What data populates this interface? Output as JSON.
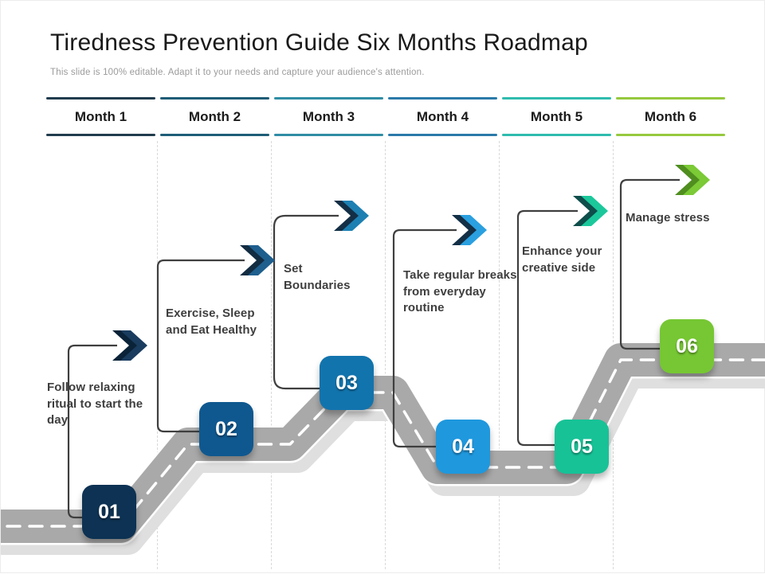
{
  "slide": {
    "title": "Tiredness Prevention Guide Six Months Roadmap",
    "subtitle": "This slide is 100% editable. Adapt it to your needs and capture your audience's attention."
  },
  "months": [
    {
      "label": "Month 1",
      "line_color": "#213c4e"
    },
    {
      "label": "Month 2",
      "line_color": "#1e5d77"
    },
    {
      "label": "Month 3",
      "line_color": "#2f8da4"
    },
    {
      "label": "Month 4",
      "line_color": "#2b7aa9"
    },
    {
      "label": "Month 5",
      "line_color": "#2fbcae"
    },
    {
      "label": "Month 6",
      "line_color": "#96c93e"
    }
  ],
  "milestones": [
    {
      "number": "01",
      "text": "Follow relaxing ritual to start the day",
      "badge_color": "#0d3253",
      "arrow_front": "#1a3c5e",
      "arrow_back": "#0a2338"
    },
    {
      "number": "02",
      "text": "Exercise, Sleep and Eat Healthy",
      "badge_color": "#0f588f",
      "arrow_front": "#1e5f8e",
      "arrow_back": "#122c42"
    },
    {
      "number": "03",
      "text": "Set Boundaries",
      "badge_color": "#1274ad",
      "arrow_front": "#1d80b2",
      "arrow_back": "#132f46"
    },
    {
      "number": "04",
      "text": "Take regular breaks from everyday routine",
      "badge_color": "#1f98de",
      "arrow_front": "#2aa0e0",
      "arrow_back": "#132f46"
    },
    {
      "number": "05",
      "text": "Enhance your creative side",
      "badge_color": "#17c297",
      "arrow_front": "#1bc89b",
      "arrow_back": "#0e4e4b"
    },
    {
      "number": "06",
      "text": "Manage stress",
      "badge_color": "#76c733",
      "arrow_front": "#7bca36",
      "arrow_back": "#4f8e1f"
    }
  ],
  "road": {
    "surface_color": "#a9a9a9",
    "edge_color": "#dfdfdf",
    "underlay_color": "#ffffff",
    "lane_marking_color": "#ffffff",
    "connector_color": "#3f3f3f",
    "separator_color": "#d9d9d9"
  }
}
